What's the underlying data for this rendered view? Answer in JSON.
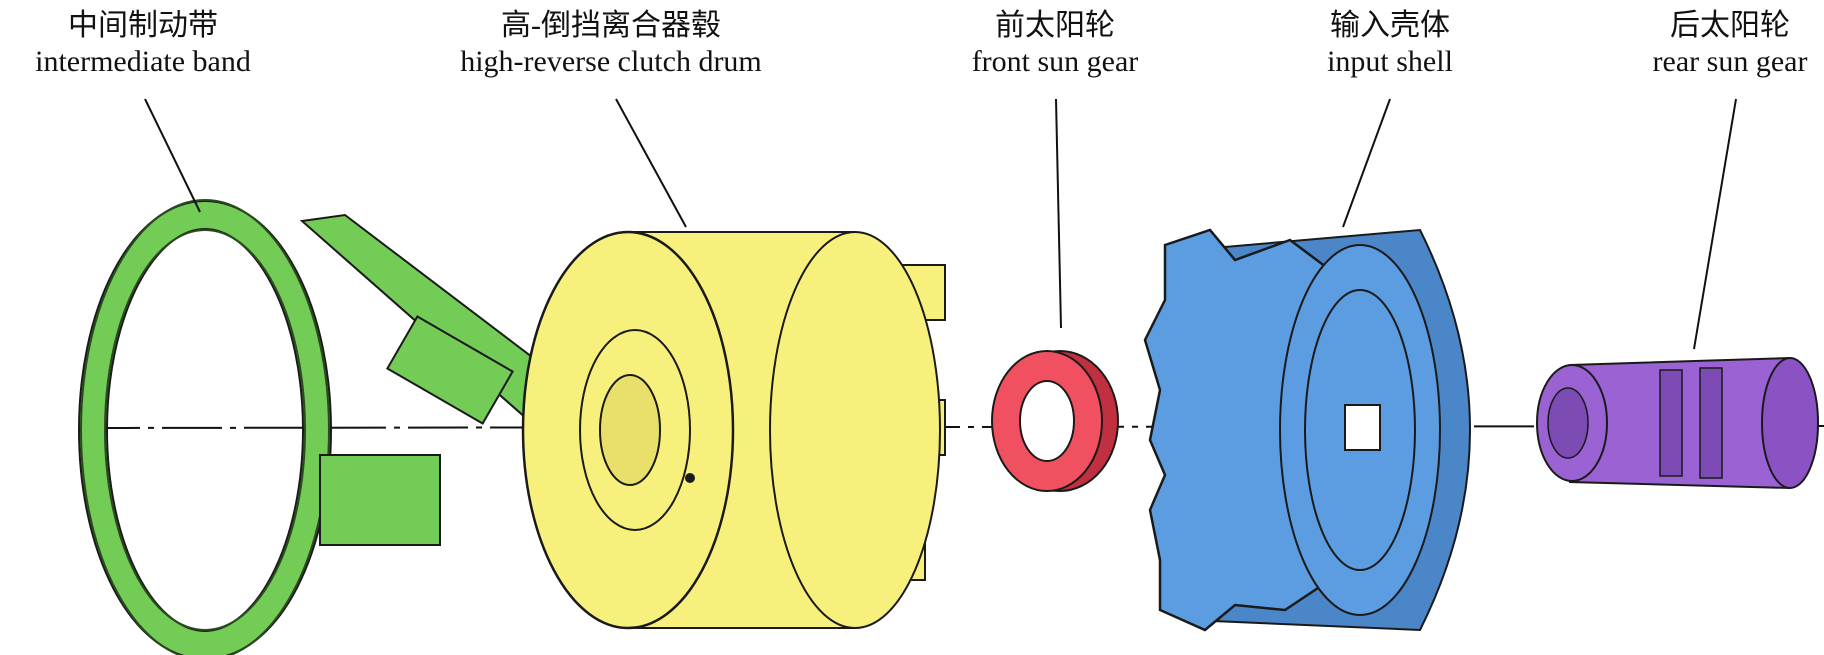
{
  "labels": [
    {
      "zh": "中间制动带",
      "en": "intermediate band"
    },
    {
      "zh": "高-倒挡离合器毂",
      "en": "high-reverse clutch drum"
    },
    {
      "zh": "前太阳轮",
      "en": "front sun gear"
    },
    {
      "zh": "输入壳体",
      "en": "input shell"
    },
    {
      "zh": "后太阳轮",
      "en": "rear sun gear"
    }
  ],
  "colors": {
    "band": "#72cc55",
    "drum": "#f8f07c",
    "front_sun_gear": "#f05060",
    "input_shell": "#5b9de0",
    "rear_sun_gear": "#9a62d2",
    "outline": "#1a1a1a"
  }
}
